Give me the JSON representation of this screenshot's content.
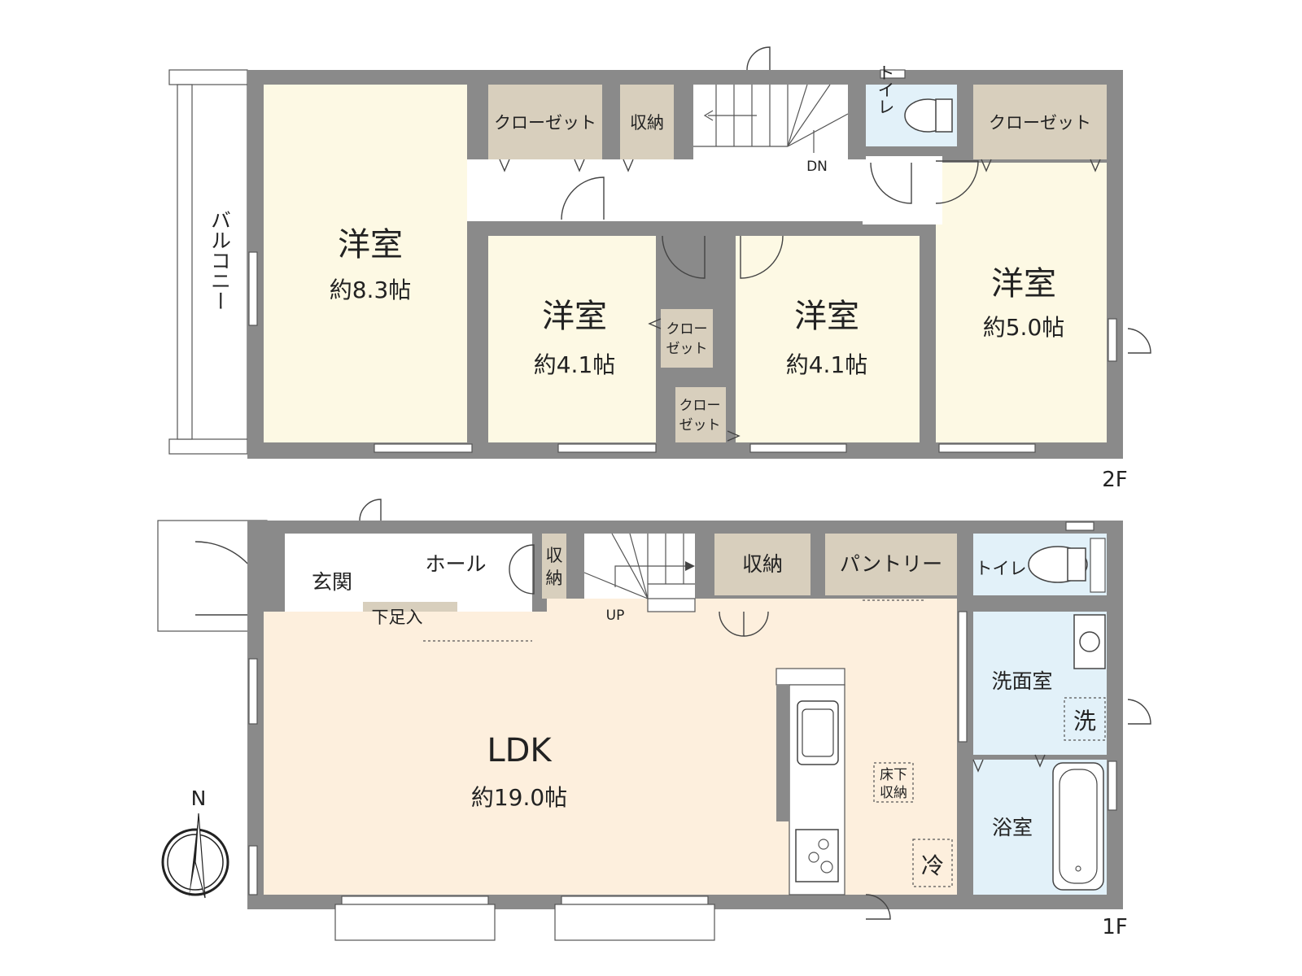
{
  "floors": {
    "second": {
      "tag": "2F",
      "balcony": "バルコニー",
      "rooms": {
        "west": {
          "name": "洋室",
          "size": "約8.3帖"
        },
        "mid_left": {
          "name": "洋室",
          "size": "約4.1帖"
        },
        "mid_right": {
          "name": "洋室",
          "size": "約4.1帖"
        },
        "east": {
          "name": "洋室",
          "size": "約5.0帖"
        }
      },
      "closet_west": "クローゼット",
      "storage": "収納",
      "toilet": "トイレ",
      "closet_east": "クローゼット",
      "small_closet_1": [
        "クロー",
        "ゼット"
      ],
      "small_closet_2": [
        "クロー",
        "ゼット"
      ],
      "stair_label": "DN"
    },
    "first": {
      "tag": "1F",
      "entrance": "玄関",
      "hall": "ホール",
      "shoe_storage": "下足入",
      "hall_storage": [
        "収",
        "納"
      ],
      "storage": "収納",
      "pantry": "パントリー",
      "toilet": "トイレ",
      "ldk": {
        "name": "LDK",
        "size": "約19.0帖"
      },
      "washroom": "洗面室",
      "washer": "洗",
      "bath": "浴室",
      "underfloor": [
        "床下",
        "収納"
      ],
      "fridge": "冷",
      "stair_label": "UP"
    }
  },
  "compass": {
    "label": "N"
  }
}
